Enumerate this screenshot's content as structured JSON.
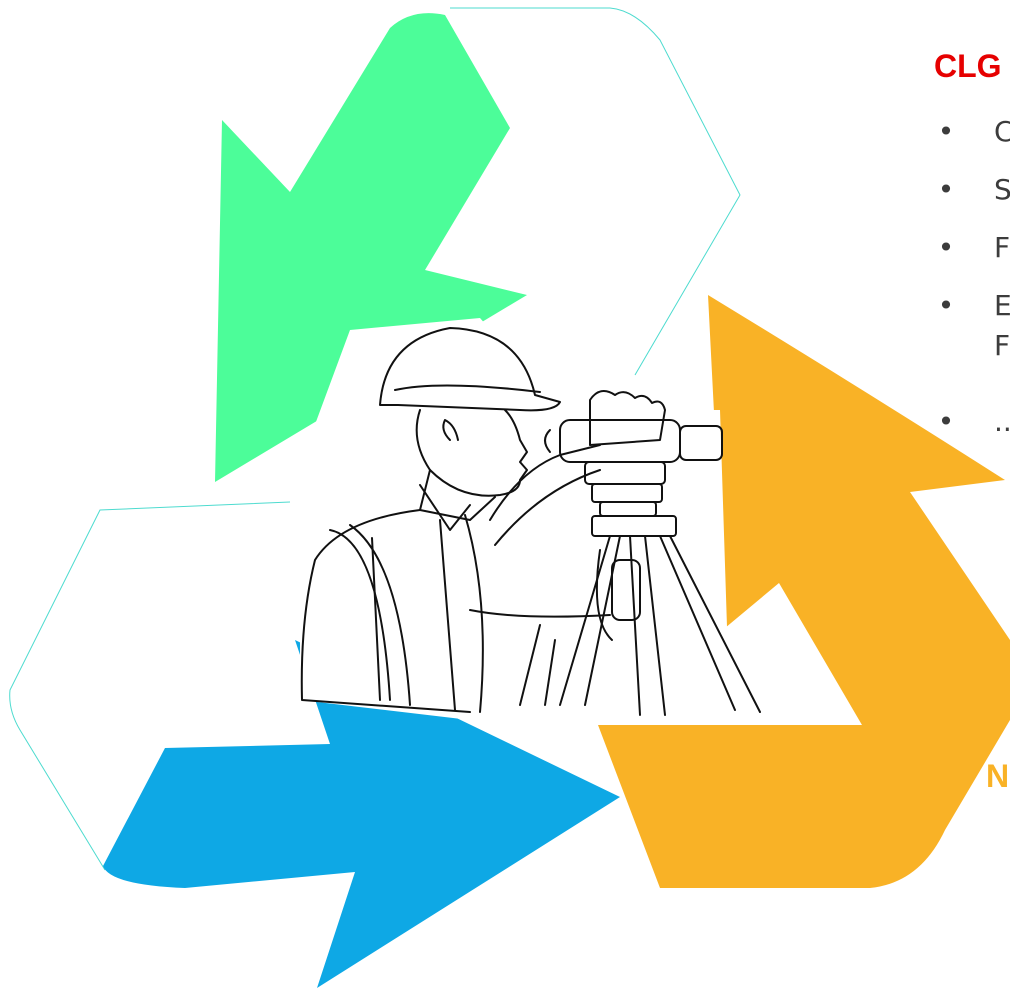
{
  "heading": {
    "text": "CLG",
    "color": "#e60000"
  },
  "bullets": [
    {
      "label": "C"
    },
    {
      "label": "S"
    },
    {
      "label": "F"
    },
    {
      "label": "E",
      "continuation": "F"
    },
    {
      "label": ".."
    }
  ],
  "footer": {
    "text": "N",
    "color": "#f9b226"
  },
  "colors": {
    "green_arrow": "#4cfd99",
    "blue_arrow": "#0ea8e5",
    "orange_arrow": "#f9b226",
    "outline": "#4ddbcf"
  },
  "icons": {
    "bullet": "•",
    "illustration": "surveyor-with-tripod-line-art"
  }
}
